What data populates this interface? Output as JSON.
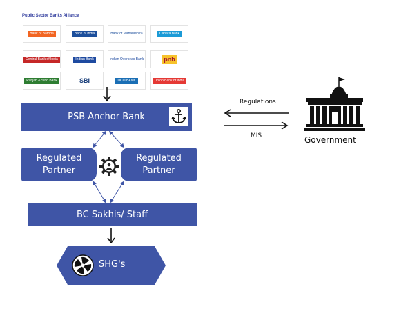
{
  "alliance": {
    "title": "Public Sector Banks Alliance",
    "subtitle": "",
    "logos": [
      {
        "text": "Bank of Baroda",
        "bg": "#f26522",
        "fg": "#ffffff"
      },
      {
        "text": "Bank of India",
        "bg": "#1d4f9c",
        "fg": "#ffffff"
      },
      {
        "text": "Bank of Maharashtra",
        "bg": "#ffffff",
        "fg": "#1d4f9c"
      },
      {
        "text": "Canara Bank",
        "bg": "#1b9ad6",
        "fg": "#ffffff"
      },
      {
        "text": "Central Bank of India",
        "bg": "#c62828",
        "fg": "#ffffff"
      },
      {
        "text": "Indian Bank",
        "bg": "#1e4aa0",
        "fg": "#ffffff"
      },
      {
        "text": "Indian Overseas Bank",
        "bg": "#ffffff",
        "fg": "#1e4aa0"
      },
      {
        "text": "pnb",
        "bg": "#f7c22b",
        "fg": "#a6192e"
      },
      {
        "text": "Punjab & Sind Bank",
        "bg": "#2e7d32",
        "fg": "#ffffff"
      },
      {
        "text": "SBI",
        "bg": "#ffffff",
        "fg": "#1a3f7a"
      },
      {
        "text": "UCO BANK",
        "bg": "#1b6fb5",
        "fg": "#ffffff"
      },
      {
        "text": "Union Bank of India",
        "bg": "#e53935",
        "fg": "#ffffff"
      }
    ]
  },
  "nodes": {
    "anchor_bank": "PSB Anchor Bank",
    "partner_left_line1": "Regulated",
    "partner_left_line2": "Partner",
    "partner_right_line1": "Regulated",
    "partner_right_line2": "Partner",
    "bc": "BC Sakhis/ Staff",
    "shg": "SHG's",
    "government": "Government"
  },
  "edges": {
    "regulations": "Regulations",
    "mis": "MIS"
  },
  "icons": {
    "anchor": "anchor-icon",
    "gear": "gear-person-icon",
    "government": "government-building-icon",
    "shg": "shg-wheel-icon"
  },
  "colors": {
    "box_fill": "#3f55a6",
    "text_on_box": "#ffffff",
    "arrow": "#111111",
    "connector": "#3f55a6"
  }
}
